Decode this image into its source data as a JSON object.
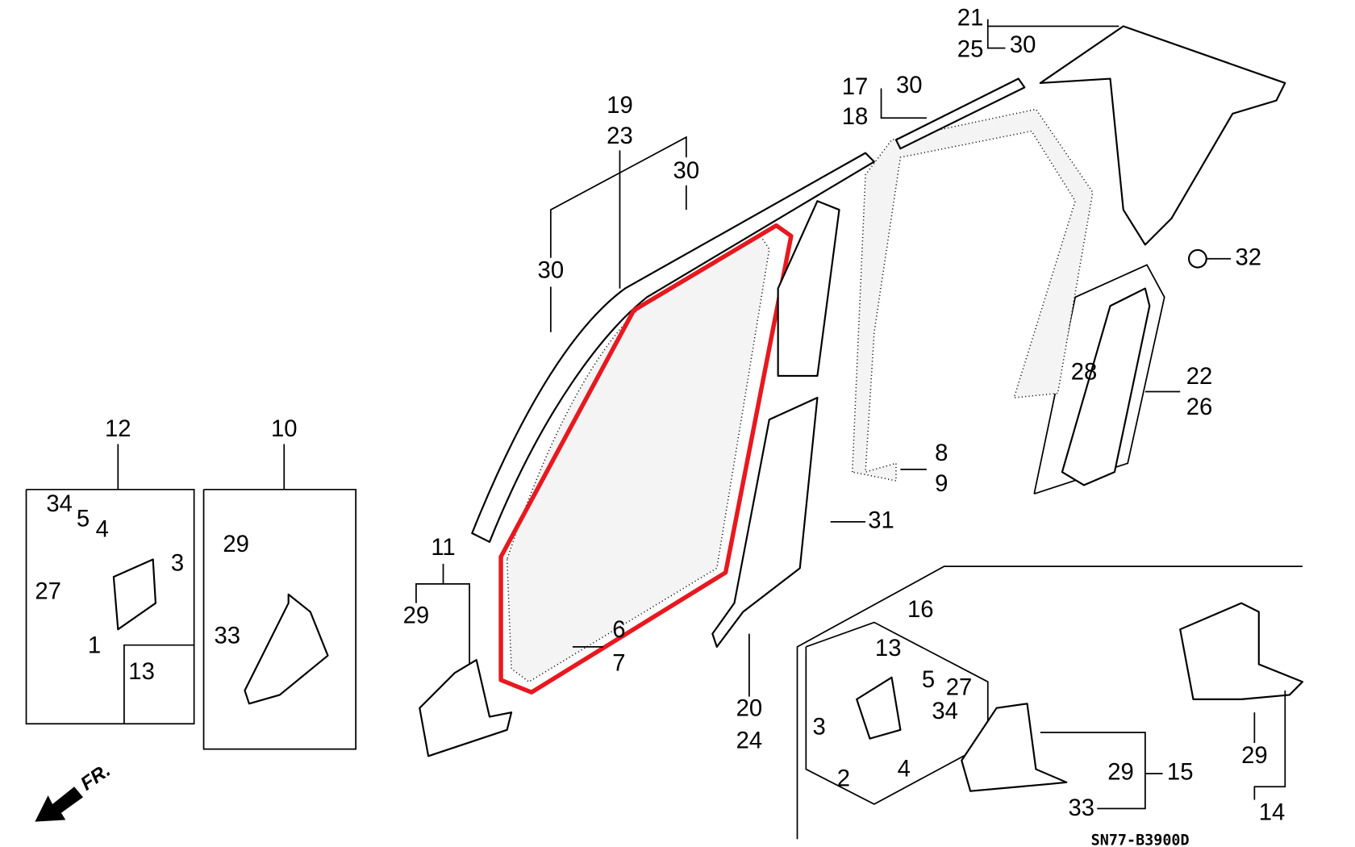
{
  "diagram_code": "SN77-B3900D",
  "front_indicator": "FR.",
  "highlight_color": "#e8181f",
  "callouts": [
    "12",
    "10",
    "34",
    "5",
    "4",
    "27",
    "3",
    "1",
    "13",
    "29",
    "33",
    "11",
    "29",
    "19",
    "23",
    "30",
    "30",
    "6",
    "7",
    "20",
    "24",
    "31",
    "8",
    "9",
    "17",
    "18",
    "30",
    "21",
    "25",
    "30",
    "32",
    "28",
    "22",
    "26",
    "16",
    "13",
    "3",
    "5",
    "27",
    "34",
    "4",
    "2",
    "29",
    "15",
    "33",
    "29",
    "14"
  ]
}
